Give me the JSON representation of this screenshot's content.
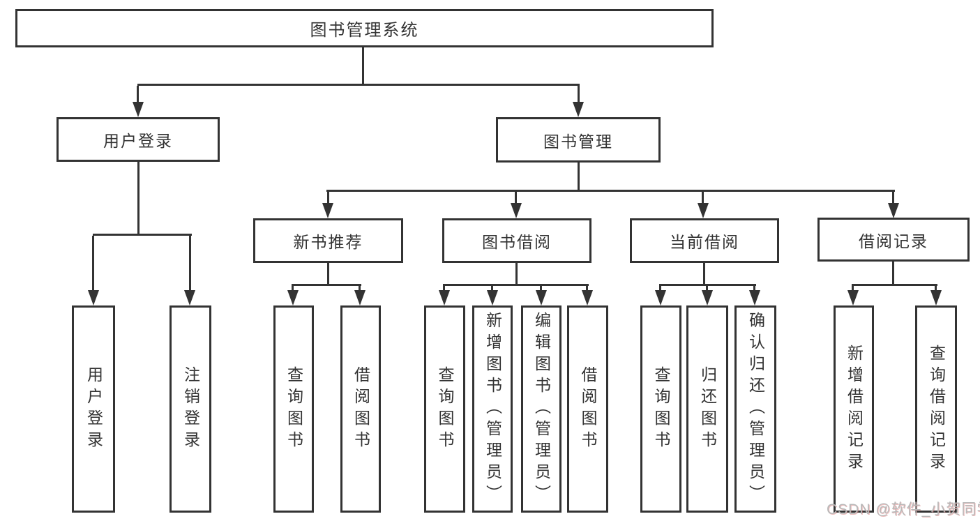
{
  "diagram": {
    "type": "hierarchy-tree",
    "title": "图书管理系统",
    "nodes": {
      "root": {
        "label": "图书管理系统"
      },
      "user_login_group": {
        "label": "用户登录"
      },
      "book_mgmt_group": {
        "label": "图书管理"
      },
      "new_book_rec": {
        "label": "新书推荐"
      },
      "book_borrow": {
        "label": "图书借阅"
      },
      "current_borrow": {
        "label": "当前借阅"
      },
      "borrow_records": {
        "label": "借阅记录"
      },
      "leaf_user_login": {
        "label": "用户登录"
      },
      "leaf_logout": {
        "label": "注销登录"
      },
      "leaf_query_book_1": {
        "label": "查询图书"
      },
      "leaf_borrow_book_1": {
        "label": "借阅图书"
      },
      "leaf_query_book_2": {
        "label": "查询图书"
      },
      "leaf_add_book": {
        "label": "新增图书（管理员）"
      },
      "leaf_edit_book": {
        "label": "编辑图书（管理员）"
      },
      "leaf_borrow_book_2": {
        "label": "借阅图书"
      },
      "leaf_query_book_3": {
        "label": "查询图书"
      },
      "leaf_return_book": {
        "label": "归还图书"
      },
      "leaf_confirm_return": {
        "label": "确认归还（管理员）"
      },
      "leaf_add_borrow_record": {
        "label": "新增借阅记录"
      },
      "leaf_query_borrow_record": {
        "label": "查询借阅记录"
      }
    },
    "edges": [
      [
        "root",
        "user_login_group"
      ],
      [
        "root",
        "book_mgmt_group"
      ],
      [
        "user_login_group",
        "leaf_user_login"
      ],
      [
        "user_login_group",
        "leaf_logout"
      ],
      [
        "book_mgmt_group",
        "new_book_rec"
      ],
      [
        "book_mgmt_group",
        "book_borrow"
      ],
      [
        "book_mgmt_group",
        "current_borrow"
      ],
      [
        "book_mgmt_group",
        "borrow_records"
      ],
      [
        "new_book_rec",
        "leaf_query_book_1"
      ],
      [
        "new_book_rec",
        "leaf_borrow_book_1"
      ],
      [
        "book_borrow",
        "leaf_query_book_2"
      ],
      [
        "book_borrow",
        "leaf_add_book"
      ],
      [
        "book_borrow",
        "leaf_edit_book"
      ],
      [
        "book_borrow",
        "leaf_borrow_book_2"
      ],
      [
        "current_borrow",
        "leaf_query_book_3"
      ],
      [
        "current_borrow",
        "leaf_return_book"
      ],
      [
        "current_borrow",
        "leaf_confirm_return"
      ],
      [
        "borrow_records",
        "leaf_add_borrow_record"
      ],
      [
        "borrow_records",
        "leaf_query_borrow_record"
      ]
    ],
    "colors": {
      "line": "#333333",
      "box_border": "#333333",
      "text": "#333333",
      "background": "#ffffff",
      "watermark_text": "#b9b9b9"
    }
  },
  "watermark": {
    "text": "CSDN @软件_小贺同学"
  }
}
